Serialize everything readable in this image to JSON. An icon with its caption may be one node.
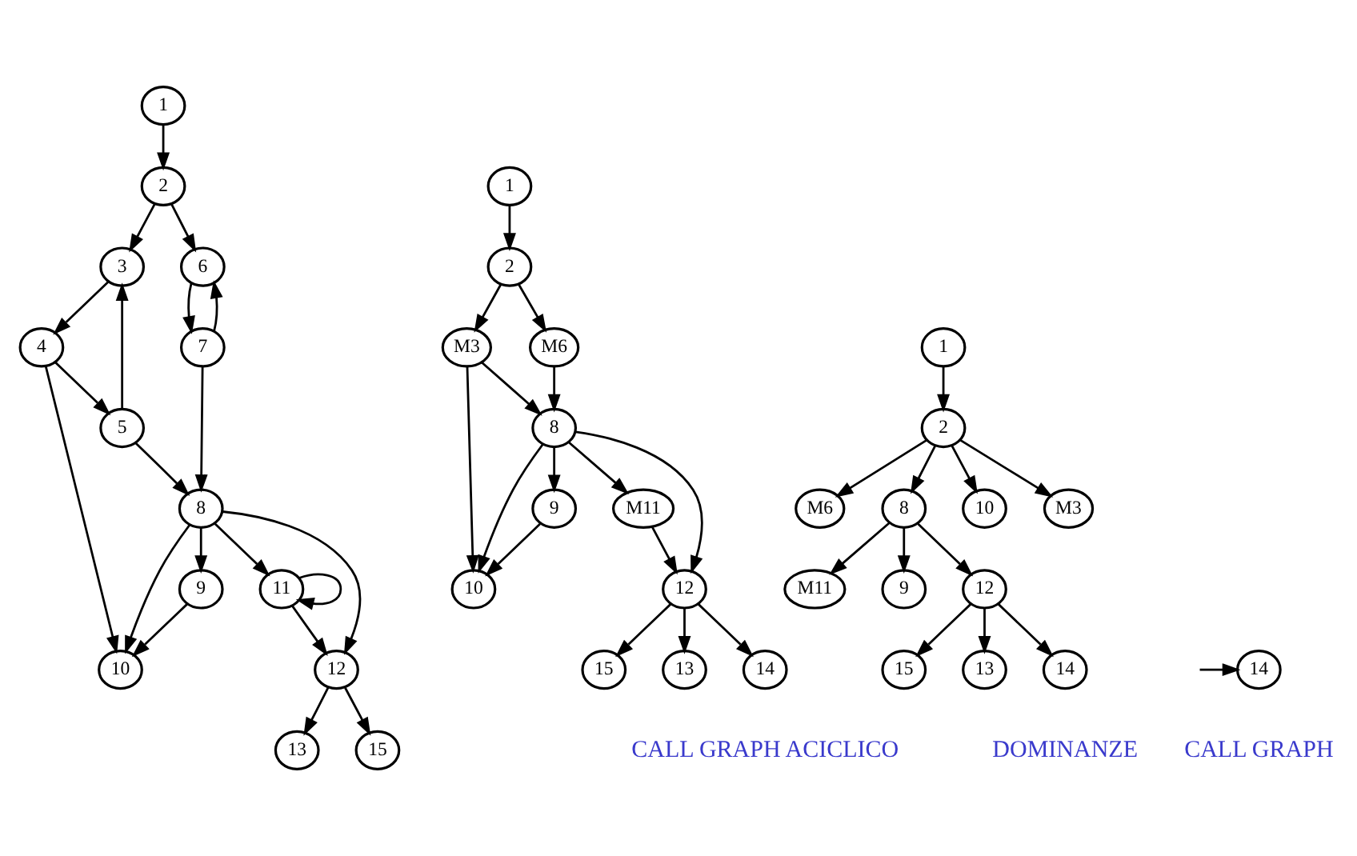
{
  "diagram": {
    "nodes": [
      {
        "text": [
          "1"
        ]
      },
      {
        "text": [
          "2"
        ]
      },
      {
        "text": [
          "3"
        ]
      },
      {
        "text": [
          "4"
        ]
      },
      {
        "text": [
          "5"
        ]
      },
      {
        "text": [
          "6"
        ]
      },
      {
        "text": [
          "7"
        ]
      },
      {
        "text": [
          "8"
        ]
      },
      {
        "text": [
          "9"
        ]
      },
      {
        "text": [
          "10"
        ]
      },
      {
        "text": [
          "11"
        ]
      },
      {
        "text": [
          "12"
        ]
      },
      {
        "text": [
          "13"
        ]
      },
      {
        "text": [
          "14"
        ]
      },
      {
        "text": [
          "15"
        ]
      },
      {
        "text": [
          "1"
        ]
      },
      {
        "text": [
          "2"
        ]
      },
      {
        "text": [
          "M3"
        ]
      },
      {
        "text": [
          "M6"
        ]
      },
      {
        "text": [
          "8"
        ]
      },
      {
        "text": [
          "9"
        ]
      },
      {
        "text": [
          "10"
        ]
      },
      {
        "text": [
          "M11"
        ]
      },
      {
        "text": [
          "12"
        ]
      },
      {
        "text": [
          "13"
        ]
      },
      {
        "text": [
          "14"
        ]
      },
      {
        "text": [
          "15"
        ]
      },
      {
        "text": [
          "1"
        ]
      },
      {
        "text": [
          "2"
        ]
      },
      {
        "text": [
          "M3"
        ]
      },
      {
        "text": [
          "M6"
        ]
      },
      {
        "text": [
          "8"
        ]
      },
      {
        "text": [
          "10"
        ]
      },
      {
        "text": [
          "9"
        ]
      },
      {
        "text": [
          "12"
        ]
      },
      {
        "text": [
          "M11"
        ]
      },
      {
        "text": [
          "13"
        ]
      },
      {
        "text": [
          "14"
        ]
      },
      {
        "text": [
          "15"
        ]
      }
    ],
    "edges": [
      {
        "from": 0,
        "to": 1,
        "arrow": "to"
      },
      {
        "from": 1,
        "to": 2,
        "arrow": "to"
      },
      {
        "from": 1,
        "to": 5,
        "arrow": "to"
      },
      {
        "from": 2,
        "to": 3,
        "arrow": "to"
      },
      {
        "from": 4,
        "to": 2,
        "arrow": "to"
      },
      {
        "from": 5,
        "to": 6,
        "arrow": "to"
      },
      {
        "from": 6,
        "to": 5,
        "arrow": "to"
      },
      {
        "from": 3,
        "to": 4,
        "arrow": "to"
      },
      {
        "from": 3,
        "to": 9,
        "arrow": "to"
      },
      {
        "from": 4,
        "to": 7,
        "arrow": "to"
      },
      {
        "from": 6,
        "to": 7,
        "arrow": "to"
      },
      {
        "from": 7,
        "to": 8,
        "arrow": "to"
      },
      {
        "from": 7,
        "to": 9,
        "arrow": "to"
      },
      {
        "from": 7,
        "to": 11,
        "arrow": "to"
      },
      {
        "from": 7,
        "to": 10,
        "arrow": "to"
      },
      {
        "from": 10,
        "to": 10,
        "arrow": "to"
      },
      {
        "from": 8,
        "to": 9,
        "arrow": "to"
      },
      {
        "from": 10,
        "to": 11,
        "arrow": "to"
      },
      {
        "from": 11,
        "to": 12,
        "arrow": "to"
      },
      {
        "from": null,
        "to": 13,
        "arrow": "to"
      },
      {
        "from": 11,
        "to": 14,
        "arrow": "to"
      },
      {
        "from": 15,
        "to": 16,
        "arrow": "to"
      },
      {
        "from": 16,
        "to": 17,
        "arrow": "to"
      },
      {
        "from": 16,
        "to": 18,
        "arrow": "to"
      },
      {
        "from": 17,
        "to": 21,
        "arrow": "to"
      },
      {
        "from": 17,
        "to": 19,
        "arrow": "to"
      },
      {
        "from": 18,
        "to": 19,
        "arrow": "to"
      },
      {
        "from": 19,
        "to": 20,
        "arrow": "to"
      },
      {
        "from": 19,
        "to": 21,
        "arrow": "to"
      },
      {
        "from": 19,
        "to": 23,
        "arrow": "to"
      },
      {
        "from": 19,
        "to": 22,
        "arrow": "to"
      },
      {
        "from": 20,
        "to": 21,
        "arrow": "to"
      },
      {
        "from": 22,
        "to": 23,
        "arrow": "to"
      },
      {
        "from": 23,
        "to": 24,
        "arrow": "to"
      },
      {
        "from": 23,
        "to": 25,
        "arrow": "to"
      },
      {
        "from": 23,
        "to": 26,
        "arrow": "to"
      },
      {
        "from": 27,
        "to": 28,
        "arrow": "to"
      },
      {
        "from": 28,
        "to": 29,
        "arrow": "to"
      },
      {
        "from": 28,
        "to": 30,
        "arrow": "to"
      },
      {
        "from": 28,
        "to": 31,
        "arrow": "to"
      },
      {
        "from": 28,
        "to": 32,
        "arrow": "to"
      },
      {
        "from": 31,
        "to": 33,
        "arrow": "to"
      },
      {
        "from": 31,
        "to": 34,
        "arrow": "to"
      },
      {
        "from": 31,
        "to": 35,
        "arrow": "to"
      },
      {
        "from": 34,
        "to": 36,
        "arrow": "to"
      },
      {
        "from": 34,
        "to": 37,
        "arrow": "to"
      },
      {
        "from": 34,
        "to": 38,
        "arrow": "to"
      }
    ],
    "labels": [
      "CALL GRAPH",
      "CALL GRAPH ACICLICO",
      "DOMINANZE"
    ]
  }
}
